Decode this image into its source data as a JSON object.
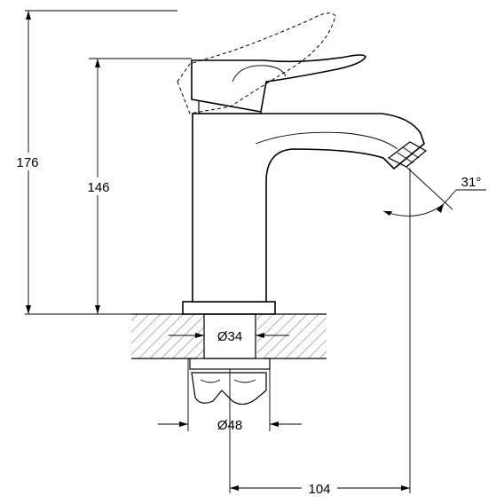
{
  "dimensions": {
    "total_height": "176",
    "spout_height": "146",
    "angle": "31°",
    "hole_diameter": "Ø34",
    "base_diameter": "Ø48",
    "spout_reach": "104"
  }
}
